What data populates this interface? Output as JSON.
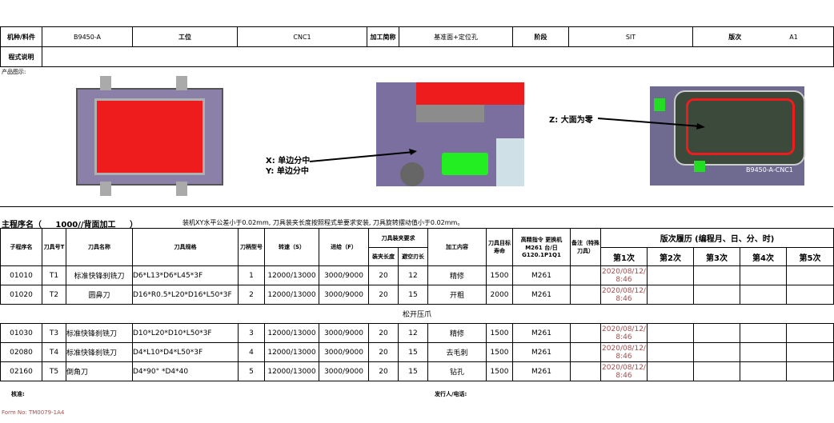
{
  "header": {
    "part_label": "机种/料件",
    "part_value": "B9450-A",
    "station_label": "工位",
    "station_value": "CNC1",
    "process_label": "加工简称",
    "process_value": "基准面+定位孔",
    "stage_label": "阶段",
    "stage_value": "SIT",
    "version_label": "版次",
    "version_value": "A1",
    "program_desc_label": "程式说明",
    "program_desc_value": ""
  },
  "images": {
    "label": "产品图示:",
    "xy_note_x": "X: 单边分中",
    "xy_note_y": "Y: 单边分中",
    "z_note": "Z: 大面为零"
  },
  "main_program": {
    "label": "主程序名（",
    "name": "1000//背面加工",
    "close": "）",
    "note": "装机XY水平公差小于0.02mm, 刀具装夹长度按照程式单要求安装, 刀具旋转摆动值小于0.02mm。"
  },
  "columns": {
    "sub": "子程序名",
    "tno": "刀具号T",
    "tname": "刀具名称",
    "spec": "刀具规格",
    "holder": "刀柄型号",
    "speed": "转速（S）",
    "feed": "进给（F）",
    "clamp": "刀具装夹要求",
    "clamp_len": "装夹长度",
    "edge_len": "避空刃长",
    "content": "加工内容",
    "life": "刀具目标寿命",
    "hp": "高精指令 更换机M261 台/日 G120.1P1Q1",
    "remark": "备注（特殊刀具）",
    "history": "版次履历 (编程月、日、分、时)",
    "v1": "第1次",
    "v2": "第2次",
    "v3": "第3次",
    "v4": "第4次",
    "v5": "第5次"
  },
  "rows": [
    {
      "sub": "01010",
      "tno": "T1",
      "tname": "标准快锋刹铣刀",
      "spec": "D6*L13*D6*L45*3F",
      "holder": "1",
      "speed": "12000/13000",
      "feed": "3000/9000",
      "clamp_len": "20",
      "edge_len": "12",
      "content": "精修",
      "life": "1500",
      "hp": "M261",
      "v1": "2020/08/12/ 8:46"
    },
    {
      "sub": "01020",
      "tno": "T2",
      "tname": "圆鼻刀",
      "spec": "D16*R0.5*L20*D16*L50*3F",
      "holder": "2",
      "speed": "12000/13000",
      "feed": "3000/9000",
      "clamp_len": "20",
      "edge_len": "15",
      "content": "开粗",
      "life": "2000",
      "hp": "M261",
      "v1": "2020/08/12/ 8:46"
    },
    {
      "sub": "01030",
      "tno": "T3",
      "tname": "标准快锋刹铣刀",
      "spec": "D10*L20*D10*L50*3F",
      "holder": "3",
      "speed": "12000/13000",
      "feed": "3000/9000",
      "clamp_len": "20",
      "edge_len": "12",
      "content": "精修",
      "life": "1500",
      "hp": "M261",
      "v1": "2020/08/12/ 8:46"
    },
    {
      "sub": "02080",
      "tno": "T4",
      "tname": "标准快锋刹铣刀",
      "spec": "D4*L10*D4*L50*3F",
      "holder": "4",
      "speed": "12000/13000",
      "feed": "3000/9000",
      "clamp_len": "20",
      "edge_len": "15",
      "content": "去毛刺",
      "life": "1500",
      "hp": "M261",
      "v1": "2020/08/12/ 8:46"
    },
    {
      "sub": "02160",
      "tno": "T5",
      "tname": "倒角刀",
      "spec": "D4*90° *D4*40",
      "holder": "5",
      "speed": "12000/13000",
      "feed": "3000/9000",
      "clamp_len": "20",
      "edge_len": "15",
      "content": "钻孔",
      "life": "1500",
      "hp": "M261",
      "v1": "2020/08/12/ 8:46"
    }
  ],
  "separator": "松开压爪",
  "footer": {
    "review": "核准:",
    "issuer": "发行人/电话:",
    "form_no": "Form No:  TM0079-1A4"
  }
}
